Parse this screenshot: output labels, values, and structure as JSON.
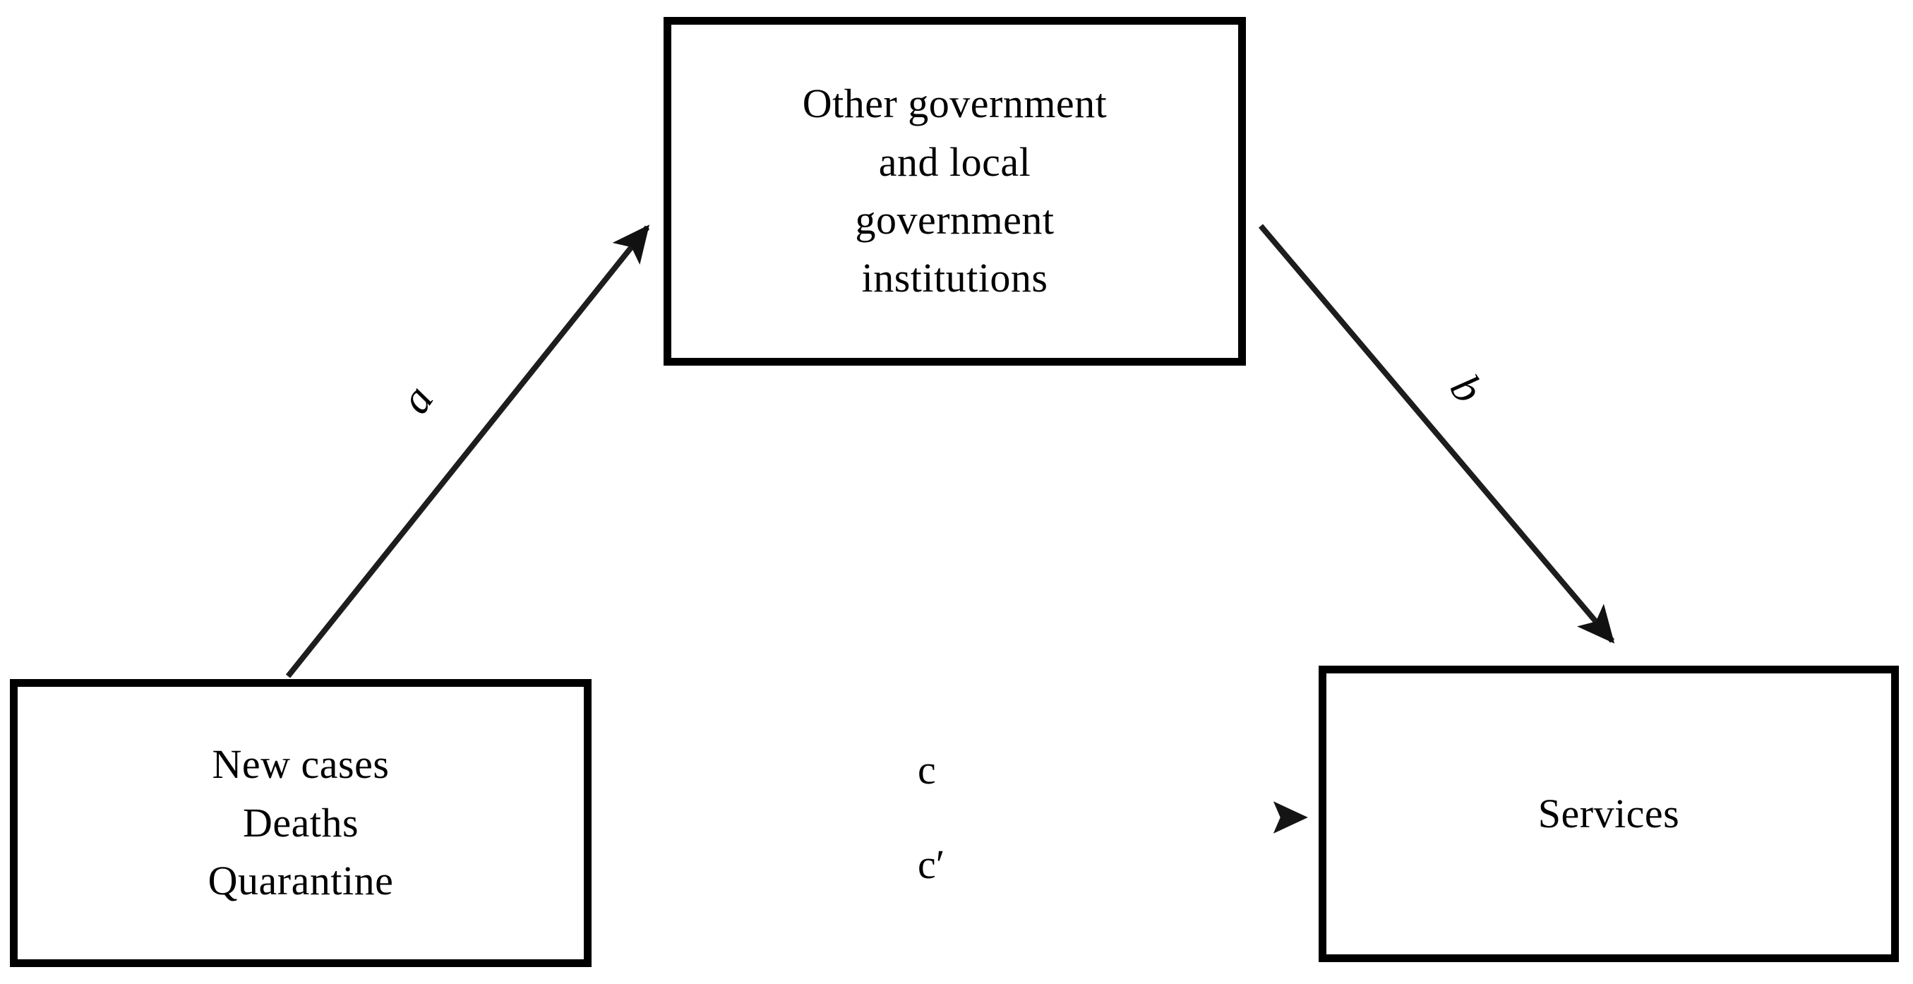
{
  "diagram": {
    "type": "mediation-model",
    "background_color": "#ffffff",
    "box_border_color": "#000000",
    "text_color": "#000000",
    "nodes": [
      {
        "id": "mediator",
        "role": "mediator",
        "lines": [
          "Other government",
          "and local",
          "government",
          "institutions"
        ]
      },
      {
        "id": "predictor",
        "role": "independent-variable",
        "lines": [
          "New cases",
          "Deaths",
          "Quarantine"
        ]
      },
      {
        "id": "outcome",
        "role": "dependent-variable",
        "lines": [
          "Services"
        ]
      }
    ],
    "edges": [
      {
        "id": "path-a",
        "label": "a",
        "from": "predictor",
        "to": "mediator",
        "style": "solid-thin-arrow",
        "label_italic": true
      },
      {
        "id": "path-b",
        "label": "b",
        "from": "mediator",
        "to": "outcome",
        "style": "solid-thin-arrow",
        "label_italic": true
      },
      {
        "id": "path-c",
        "label": "c",
        "label_below": "c′",
        "from": "predictor",
        "to": "outcome",
        "style": "solid-thin-arrow",
        "label_italic": false
      }
    ]
  }
}
